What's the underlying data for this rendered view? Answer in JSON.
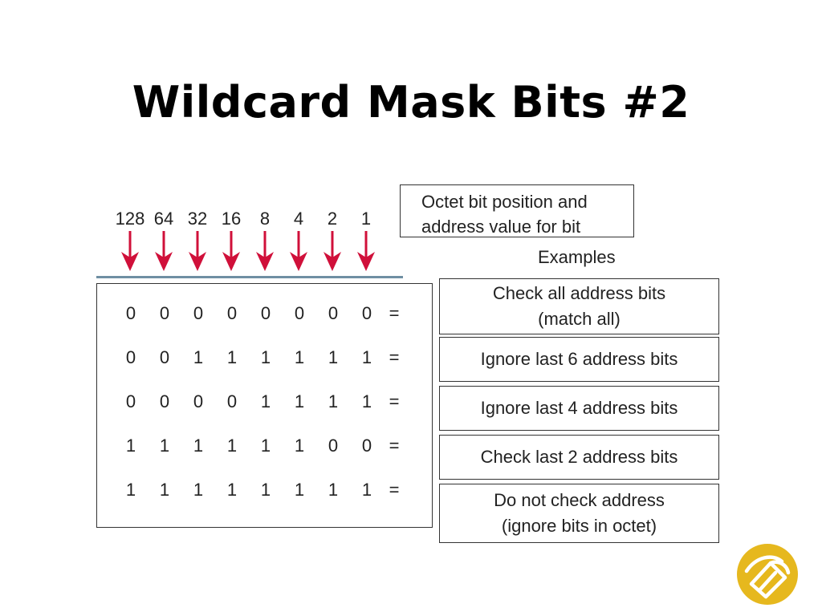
{
  "title": "Wildcard Mask Bits #2",
  "bit_positions": [
    "128",
    "64",
    "32",
    "16",
    "8",
    "4",
    "2",
    "1"
  ],
  "legend_text": [
    "Octet bit position and",
    "address value for bit"
  ],
  "examples_label": "Examples",
  "equals_sign": "=",
  "rows": [
    {
      "bits": [
        "0",
        "0",
        "0",
        "0",
        "0",
        "0",
        "0",
        "0"
      ],
      "meaning": [
        "Check all address bits",
        "(match all)"
      ]
    },
    {
      "bits": [
        "0",
        "0",
        "1",
        "1",
        "1",
        "1",
        "1",
        "1"
      ],
      "meaning": [
        "Ignore last 6 address bits"
      ]
    },
    {
      "bits": [
        "0",
        "0",
        "0",
        "0",
        "1",
        "1",
        "1",
        "1"
      ],
      "meaning": [
        "Ignore last 4 address bits"
      ]
    },
    {
      "bits": [
        "1",
        "1",
        "1",
        "1",
        "1",
        "1",
        "0",
        "0"
      ],
      "meaning": [
        "Check last 2 address bits"
      ]
    },
    {
      "bits": [
        "1",
        "1",
        "1",
        "1",
        "1",
        "1",
        "1",
        "1"
      ],
      "meaning": [
        "Do not check address",
        "(ignore bits in octet)"
      ]
    }
  ],
  "colors": {
    "arrow": "#d0103a",
    "rule": "#6f8fa3",
    "logo": "#e6b81e"
  }
}
